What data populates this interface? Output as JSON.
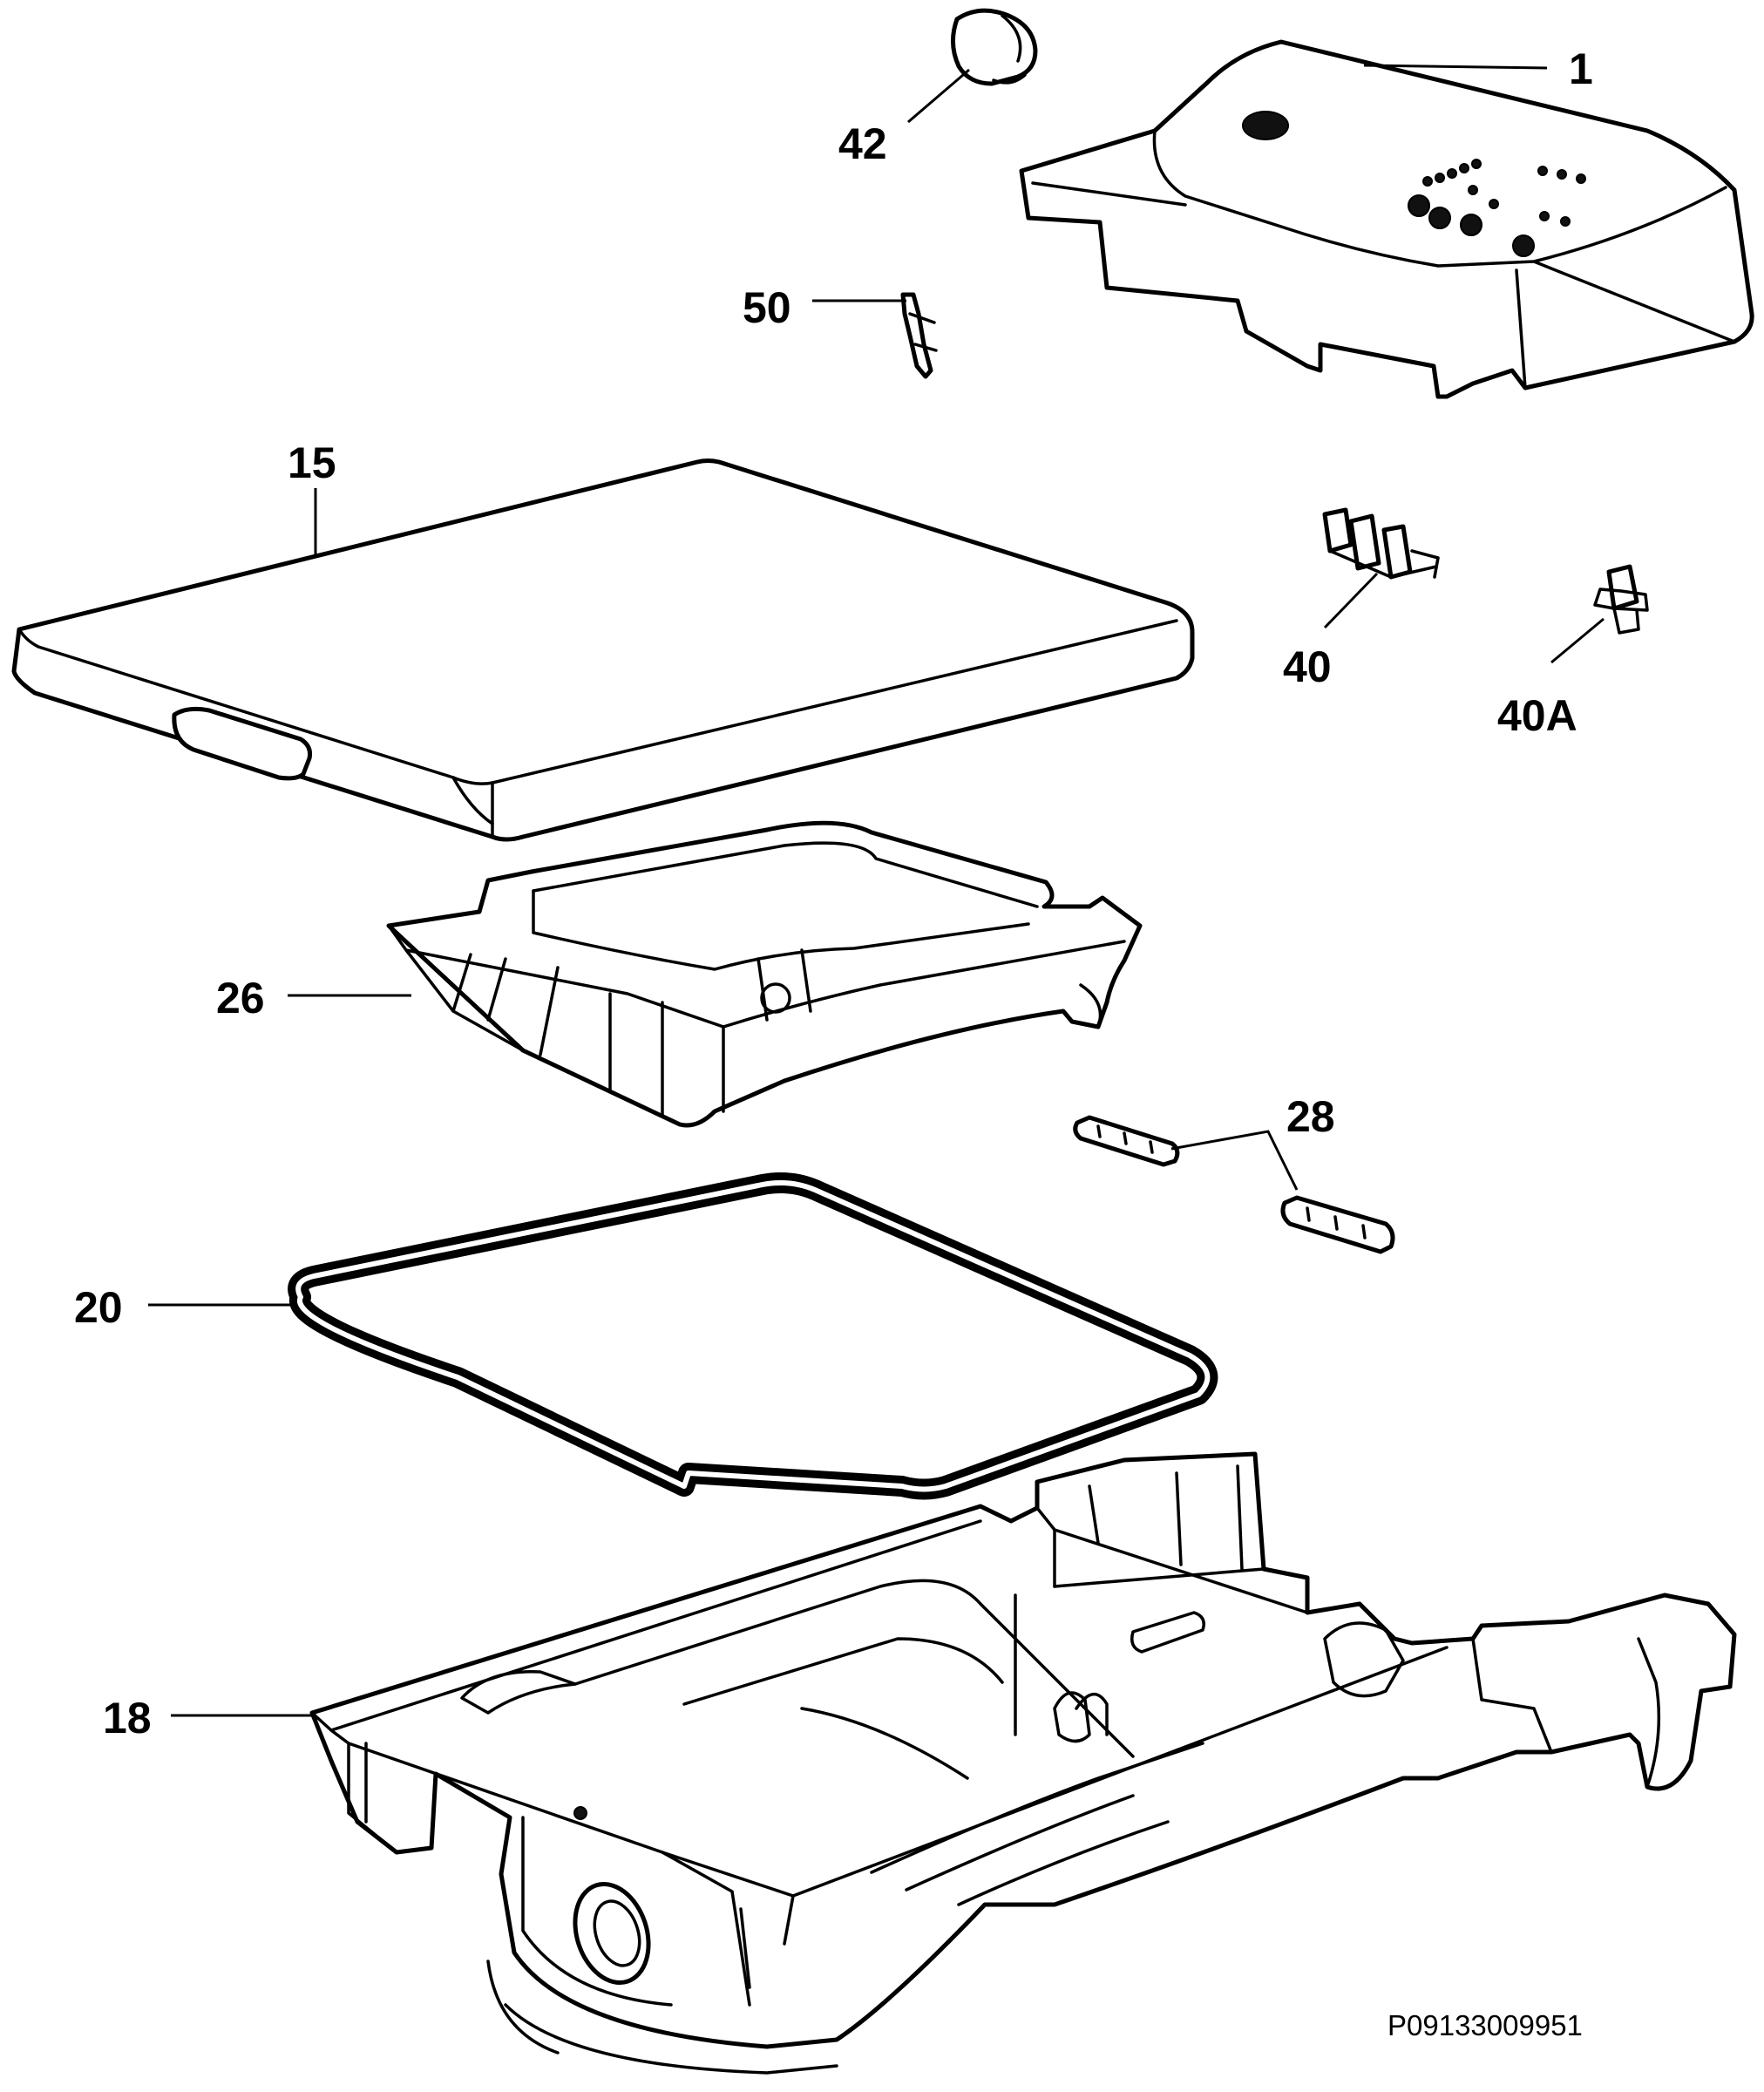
{
  "diagram": {
    "callouts": [
      {
        "id": "part-1",
        "label": "1"
      },
      {
        "id": "part-42",
        "label": "42"
      },
      {
        "id": "part-50",
        "label": "50"
      },
      {
        "id": "part-15",
        "label": "15"
      },
      {
        "id": "part-40",
        "label": "40"
      },
      {
        "id": "part-40a",
        "label": "40A"
      },
      {
        "id": "part-26",
        "label": "26"
      },
      {
        "id": "part-28",
        "label": "28"
      },
      {
        "id": "part-20",
        "label": "20"
      },
      {
        "id": "part-18",
        "label": "18"
      }
    ],
    "drawing_code": "P09133009951"
  }
}
